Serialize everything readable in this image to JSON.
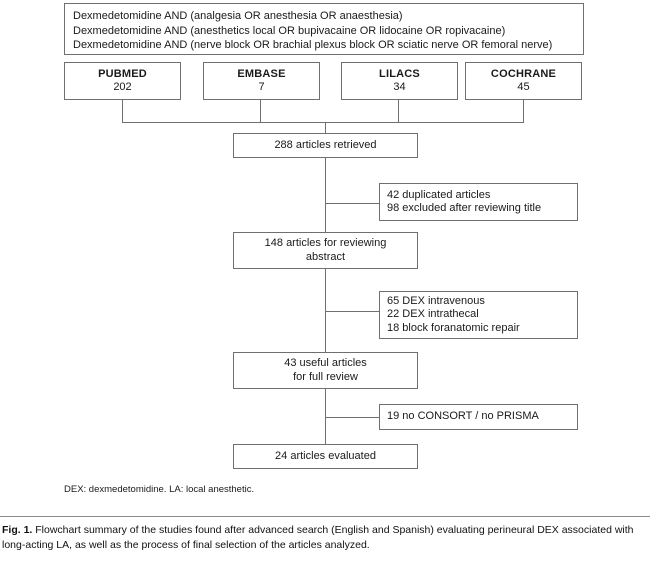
{
  "figure": {
    "query_lines": [
      "Dexmedetomidine AND (analgesia OR anesthesia OR anaesthesia)",
      "Dexmedetomidine AND (anesthetics local OR bupivacaine OR lidocaine OR ropivacaine)",
      "Dexmedetomidine AND (nerve block OR brachial plexus block OR sciatic nerve OR femoral nerve)"
    ],
    "databases": [
      {
        "name": "PUBMED",
        "count": "202"
      },
      {
        "name": "EMBASE",
        "count": "7"
      },
      {
        "name": "LILACS",
        "count": "34"
      },
      {
        "name": "COCHRANE",
        "count": "45"
      }
    ],
    "stages": [
      {
        "line1": "288 articles retrieved",
        "line2": ""
      },
      {
        "line1": "148 articles for reviewing",
        "line2": "abstract"
      },
      {
        "line1": "43 useful articles",
        "line2": "for full review"
      },
      {
        "line1": "24 articles evaluated",
        "line2": ""
      }
    ],
    "exclusions": [
      {
        "lines": [
          "42 duplicated articles",
          "98 excluded after reviewing title"
        ]
      },
      {
        "lines": [
          "65 DEX intravenous",
          "22 DEX intrathecal",
          "18 block foranatomic repair"
        ]
      },
      {
        "lines": [
          "19 no CONSORT / no PRISMA"
        ]
      }
    ],
    "footnote": "DEX: dexmedetomidine. LA: local anesthetic.",
    "caption_label": "Fig. 1.",
    "caption_text": "Flowchart summary of the studies found after advanced search (English and Spanish) evaluating perineural DEX associated with long-acting LA, as well as the process of final selection of the articles analyzed."
  }
}
